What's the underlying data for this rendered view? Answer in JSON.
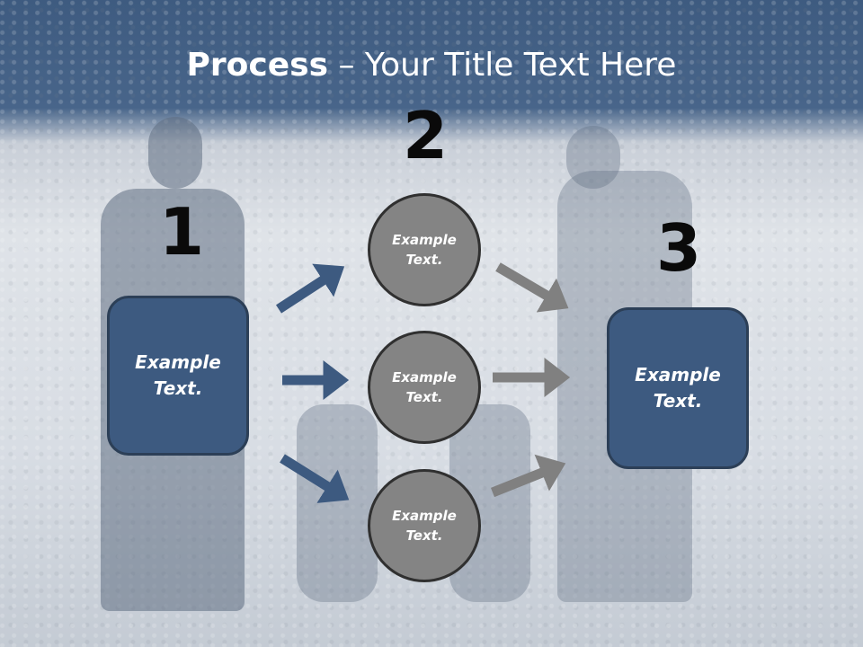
{
  "title": {
    "bold": "Process",
    "rest": " – Your Title Text Here"
  },
  "steps": [
    {
      "number": "1",
      "label": "Example Text."
    },
    {
      "number": "2",
      "labels": [
        "Example Text.",
        "Example Text.",
        "Example Text."
      ]
    },
    {
      "number": "3",
      "label": "Example Text."
    }
  ],
  "colors": {
    "title_bar": "#3e5b80",
    "box_fill": "#3d5a80",
    "circle_fill": "#848484",
    "arrow_blue": "#3d5a80",
    "arrow_gray": "#808080"
  }
}
